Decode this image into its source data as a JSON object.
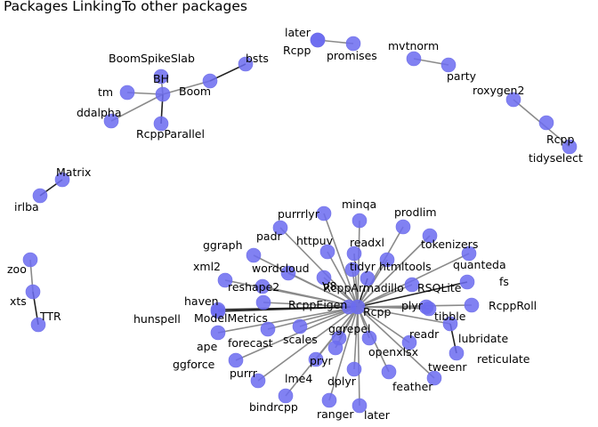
{
  "title": "Packages LinkingTo other packages",
  "colors": {
    "node_fill": "#6b6bf0",
    "node_opacity": 0.85,
    "edge_light": "#8a8a8a",
    "edge_dark": "#222222",
    "background": "#ffffff"
  },
  "nodes": [
    {
      "id": "later1",
      "label": "later"
    },
    {
      "id": "Rcpp1",
      "label": "Rcpp"
    },
    {
      "id": "promises",
      "label": "promises"
    },
    {
      "id": "mvtnorm",
      "label": "mvtnorm"
    },
    {
      "id": "party",
      "label": "party"
    },
    {
      "id": "roxygen2",
      "label": "roxygen2"
    },
    {
      "id": "Rcpp2",
      "label": "Rcpp"
    },
    {
      "id": "tidyselect",
      "label": "tidyselect"
    },
    {
      "id": "BoomSpikeSlab",
      "label": "BoomSpikeSlab"
    },
    {
      "id": "bsts",
      "label": "bsts"
    },
    {
      "id": "BH",
      "label": "BH"
    },
    {
      "id": "tm",
      "label": "tm"
    },
    {
      "id": "Boom",
      "label": "Boom"
    },
    {
      "id": "ddalpha",
      "label": "ddalpha"
    },
    {
      "id": "RcppParallel",
      "label": "RcppParallel"
    },
    {
      "id": "Matrix",
      "label": "Matrix"
    },
    {
      "id": "irlba",
      "label": "irlba"
    },
    {
      "id": "zoo",
      "label": "zoo"
    },
    {
      "id": "xts",
      "label": "xts"
    },
    {
      "id": "TTR",
      "label": "TTR"
    },
    {
      "id": "RcppEigen",
      "label": "RcppEigen"
    },
    {
      "id": "Rcpp",
      "label": "Rcpp"
    },
    {
      "id": "RcppArmadillo",
      "label": "RcppArmadillo"
    },
    {
      "id": "minqa",
      "label": "minqa"
    },
    {
      "id": "prodlim",
      "label": "prodlim"
    },
    {
      "id": "purrrlyr",
      "label": "purrrlyr"
    },
    {
      "id": "padr",
      "label": "padr"
    },
    {
      "id": "httpuv",
      "label": "httpuv"
    },
    {
      "id": "readxl",
      "label": "readxl"
    },
    {
      "id": "tokenizers",
      "label": "tokenizers"
    },
    {
      "id": "ggraph",
      "label": "ggraph"
    },
    {
      "id": "tidyr",
      "label": "tidyr"
    },
    {
      "id": "htmltools",
      "label": "htmltools"
    },
    {
      "id": "quanteda",
      "label": "quanteda"
    },
    {
      "id": "xml2",
      "label": "xml2"
    },
    {
      "id": "wordcloud",
      "label": "wordcloud"
    },
    {
      "id": "fs",
      "label": "fs"
    },
    {
      "id": "reshape2",
      "label": "reshape2"
    },
    {
      "id": "V8",
      "label": "V8"
    },
    {
      "id": "RSQLite",
      "label": "RSQLite"
    },
    {
      "id": "haven",
      "label": "haven"
    },
    {
      "id": "RcppRoll",
      "label": "RcppRoll"
    },
    {
      "id": "plyr",
      "label": "plyr"
    },
    {
      "id": "hunspell",
      "label": "hunspell"
    },
    {
      "id": "ModelMetrics",
      "label": "ModelMetrics"
    },
    {
      "id": "tibble",
      "label": "tibble"
    },
    {
      "id": "ggrepel",
      "label": "ggrepel"
    },
    {
      "id": "readr",
      "label": "readr"
    },
    {
      "id": "ape",
      "label": "ape"
    },
    {
      "id": "forecast",
      "label": "forecast"
    },
    {
      "id": "scales",
      "label": "scales"
    },
    {
      "id": "lubridate",
      "label": "lubridate"
    },
    {
      "id": "openxlsx",
      "label": "openxlsx"
    },
    {
      "id": "reticulate",
      "label": "reticulate"
    },
    {
      "id": "ggforce",
      "label": "ggforce"
    },
    {
      "id": "pryr",
      "label": "pryr"
    },
    {
      "id": "purrr",
      "label": "purrr"
    },
    {
      "id": "tweenr",
      "label": "tweenr"
    },
    {
      "id": "lme4",
      "label": "lme4"
    },
    {
      "id": "dplyr",
      "label": "dplyr"
    },
    {
      "id": "feather",
      "label": "feather"
    },
    {
      "id": "bindrcpp",
      "label": "bindrcpp"
    },
    {
      "id": "ranger",
      "label": "ranger"
    },
    {
      "id": "later2",
      "label": "later"
    }
  ],
  "edges": [
    {
      "from": "later1",
      "to": "promises",
      "weight": "light"
    },
    {
      "from": "mvtnorm",
      "to": "party",
      "weight": "light"
    },
    {
      "from": "roxygen2",
      "to": "tidyselect",
      "weight": "light"
    },
    {
      "from": "BH",
      "to": "BoomSpikeSlab",
      "weight": "light"
    },
    {
      "from": "BH",
      "to": "tm",
      "weight": "light"
    },
    {
      "from": "BH",
      "to": "ddalpha",
      "weight": "light"
    },
    {
      "from": "BH",
      "to": "RcppParallel",
      "weight": "dark"
    },
    {
      "from": "BH",
      "to": "Boom",
      "weight": "light"
    },
    {
      "from": "Boom",
      "to": "bsts",
      "weight": "dark"
    },
    {
      "from": "Matrix",
      "to": "irlba",
      "weight": "dark"
    },
    {
      "from": "zoo",
      "to": "xts",
      "weight": "light"
    },
    {
      "from": "xts",
      "to": "TTR",
      "weight": "dark"
    },
    {
      "from": "Rcpp",
      "to": "RcppEigen",
      "weight": "dark"
    },
    {
      "from": "Rcpp",
      "to": "RcppArmadillo",
      "weight": "dark"
    },
    {
      "from": "Rcpp",
      "to": "minqa",
      "weight": "light"
    },
    {
      "from": "Rcpp",
      "to": "prodlim",
      "weight": "light"
    },
    {
      "from": "Rcpp",
      "to": "purrrlyr",
      "weight": "light"
    },
    {
      "from": "Rcpp",
      "to": "padr",
      "weight": "light"
    },
    {
      "from": "Rcpp",
      "to": "httpuv",
      "weight": "light"
    },
    {
      "from": "Rcpp",
      "to": "readxl",
      "weight": "light"
    },
    {
      "from": "Rcpp",
      "to": "tokenizers",
      "weight": "light"
    },
    {
      "from": "Rcpp",
      "to": "ggraph",
      "weight": "light"
    },
    {
      "from": "Rcpp",
      "to": "tidyr",
      "weight": "light"
    },
    {
      "from": "Rcpp",
      "to": "htmltools",
      "weight": "light"
    },
    {
      "from": "Rcpp",
      "to": "quanteda",
      "weight": "light"
    },
    {
      "from": "Rcpp",
      "to": "xml2",
      "weight": "light"
    },
    {
      "from": "Rcpp",
      "to": "wordcloud",
      "weight": "light"
    },
    {
      "from": "Rcpp",
      "to": "fs",
      "weight": "dark"
    },
    {
      "from": "Rcpp",
      "to": "reshape2",
      "weight": "light"
    },
    {
      "from": "Rcpp",
      "to": "V8",
      "weight": "light"
    },
    {
      "from": "Rcpp",
      "to": "RSQLite",
      "weight": "light"
    },
    {
      "from": "Rcpp",
      "to": "haven",
      "weight": "light"
    },
    {
      "from": "Rcpp",
      "to": "RcppRoll",
      "weight": "light"
    },
    {
      "from": "Rcpp",
      "to": "plyr",
      "weight": "light"
    },
    {
      "from": "Rcpp",
      "to": "hunspell",
      "weight": "dark"
    },
    {
      "from": "Rcpp",
      "to": "ModelMetrics",
      "weight": "dark"
    },
    {
      "from": "Rcpp",
      "to": "tibble",
      "weight": "light"
    },
    {
      "from": "Rcpp",
      "to": "ggrepel",
      "weight": "light"
    },
    {
      "from": "Rcpp",
      "to": "readr",
      "weight": "light"
    },
    {
      "from": "Rcpp",
      "to": "ape",
      "weight": "light"
    },
    {
      "from": "Rcpp",
      "to": "forecast",
      "weight": "light"
    },
    {
      "from": "Rcpp",
      "to": "scales",
      "weight": "light"
    },
    {
      "from": "Rcpp",
      "to": "lubridate",
      "weight": "light"
    },
    {
      "from": "Rcpp",
      "to": "openxlsx",
      "weight": "light"
    },
    {
      "from": "Rcpp",
      "to": "ggforce",
      "weight": "light"
    },
    {
      "from": "Rcpp",
      "to": "pryr",
      "weight": "light"
    },
    {
      "from": "Rcpp",
      "to": "purrr",
      "weight": "light"
    },
    {
      "from": "Rcpp",
      "to": "tweenr",
      "weight": "light"
    },
    {
      "from": "Rcpp",
      "to": "lme4",
      "weight": "light"
    },
    {
      "from": "Rcpp",
      "to": "dplyr",
      "weight": "light"
    },
    {
      "from": "Rcpp",
      "to": "feather",
      "weight": "light"
    },
    {
      "from": "Rcpp",
      "to": "bindrcpp",
      "weight": "light"
    },
    {
      "from": "Rcpp",
      "to": "ranger",
      "weight": "light"
    },
    {
      "from": "Rcpp",
      "to": "later2",
      "weight": "light"
    },
    {
      "from": "lubridate",
      "to": "reticulate",
      "weight": "dark"
    },
    {
      "from": "Rcpp1",
      "to": "later1",
      "weight": "light"
    }
  ]
}
